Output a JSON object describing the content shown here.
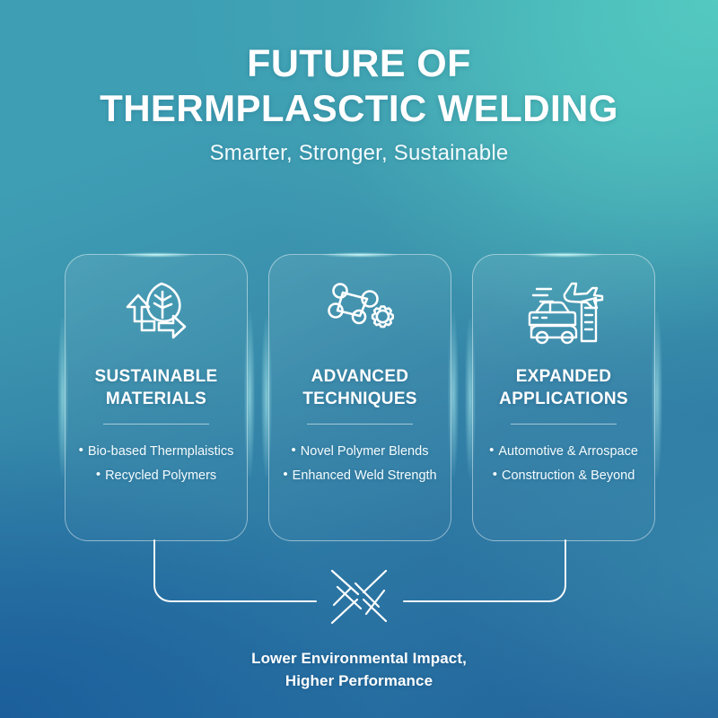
{
  "header": {
    "title_line_1": "FUTURE OF",
    "title_line_2": "THERMPLASCTIC WELDING",
    "subtitle": "Smarter, Stronger, Sustainable"
  },
  "cards": [
    {
      "icon": "leaf-recycle-icon",
      "title_line_1": "SUSTAINABLE",
      "title_line_2": "MATERIALS",
      "bullets": [
        "Bio-based Thermplaistics",
        "Recycled Polymers"
      ]
    },
    {
      "icon": "molecule-gear-icon",
      "title_line_1": "ADVANCED",
      "title_line_2": "TECHNIQUES",
      "bullets": [
        "Novel Polymer Blends",
        "Enhanced Weld Strength"
      ]
    },
    {
      "icon": "car-plane-building-icon",
      "title_line_1": "EXPANDED",
      "title_line_2": "APPLICATIONS",
      "bullets": [
        "Automotive & Arrospace",
        "Construction & Beyond"
      ]
    }
  ],
  "footer": {
    "icon": "woven-weld-icon",
    "line_1": "Lower Environmental Impact,",
    "line_2": "Higher Performance"
  },
  "colors": {
    "background_top_left": "#3a93ac",
    "background_top_right": "#4bbcb8",
    "background_bottom_left": "#22629a",
    "background_bottom_right": "#3688a8",
    "text": "#ffffff",
    "card_border": "rgba(255,255,255,0.46)"
  },
  "bullet_glyph": "•"
}
